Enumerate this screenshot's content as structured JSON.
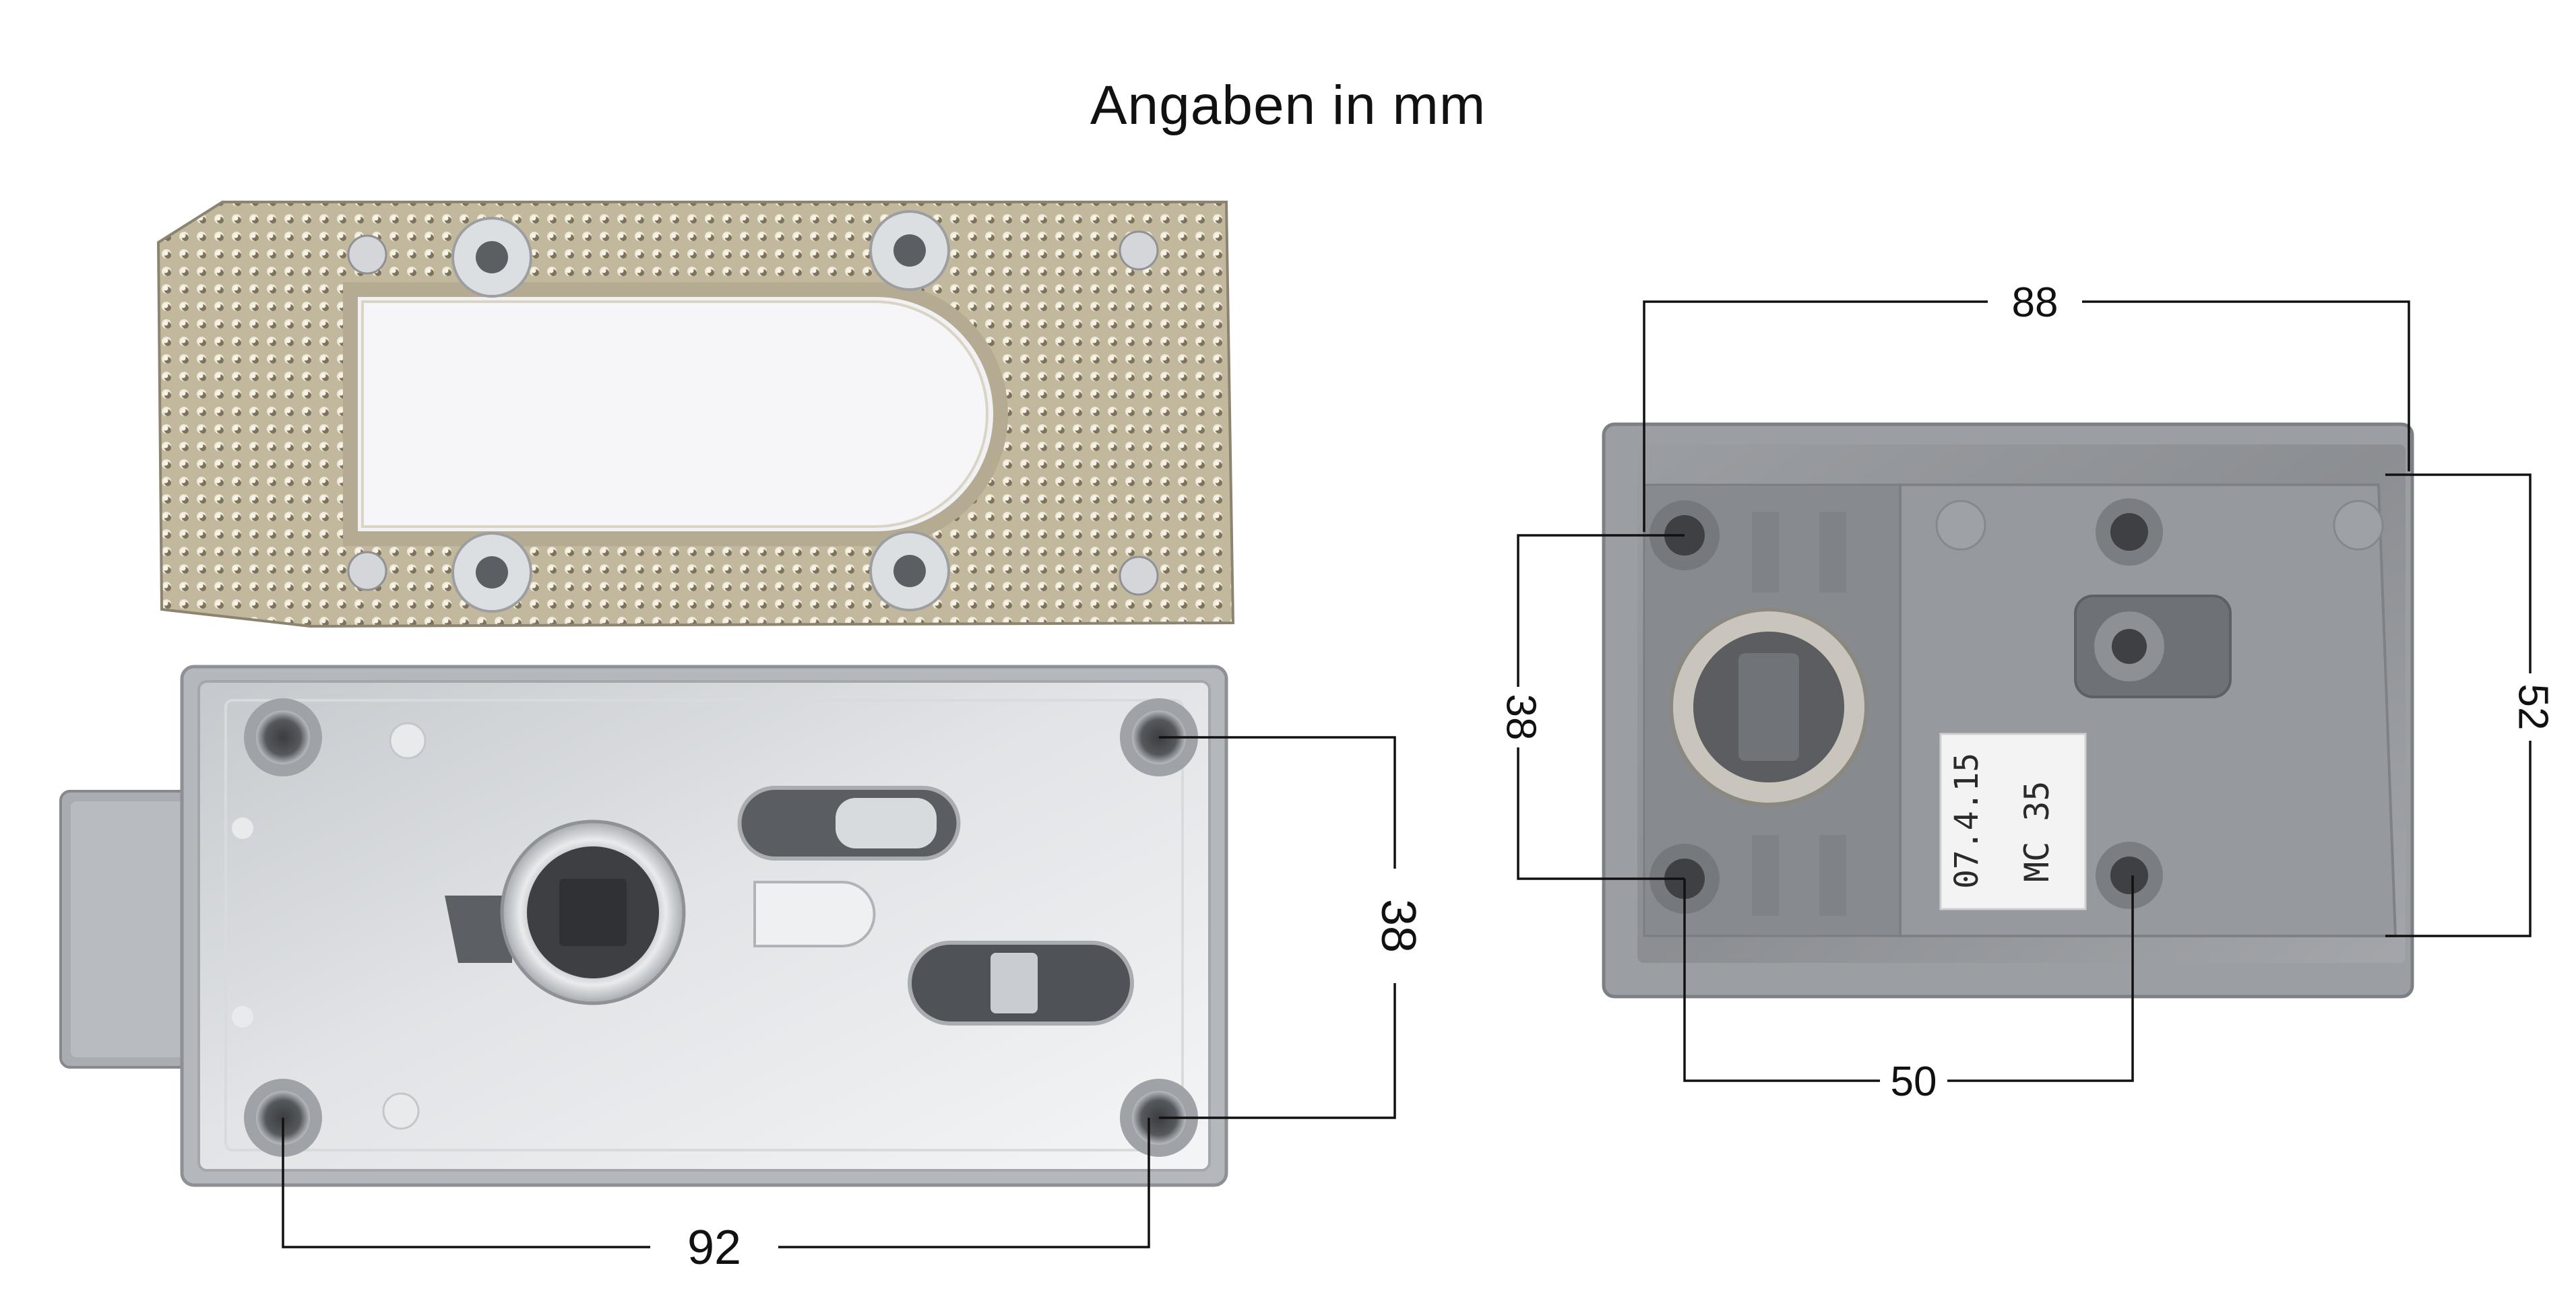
{
  "caption": "Angaben in mm",
  "dimensions": {
    "left_width": "92",
    "left_height": "38",
    "right_top_width": "88",
    "right_bottom_width": "50",
    "right_left_height": "38",
    "right_right_height": "52"
  },
  "label_sticker": {
    "date": "07.4.15",
    "model": "MC 35"
  },
  "colors": {
    "background": "#ffffff",
    "silver_plate": "#c9cdd1",
    "textured_plate": "#b8ae95",
    "grey_housing": "#8f9296",
    "dimension_line": "#111111"
  }
}
